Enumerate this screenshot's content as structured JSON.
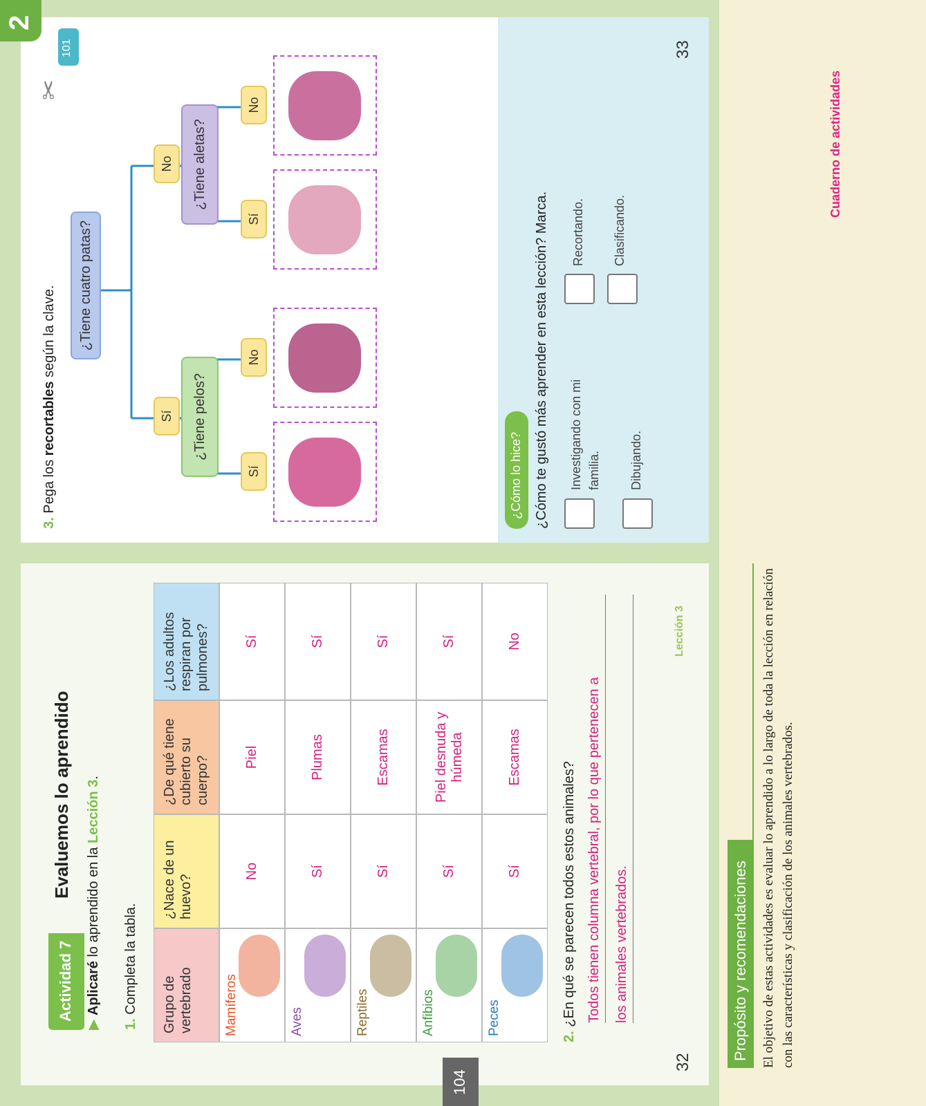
{
  "unit_badge": "2",
  "page_numbers": {
    "left": "32",
    "right": "33",
    "book": "104"
  },
  "left": {
    "activity_badge": "Actividad 7",
    "title": "Evaluemos lo aprendido",
    "subtitle_bold": "Aplicaré",
    "subtitle_text": "lo aprendido en la",
    "subtitle_link": "Lección 3",
    "subtitle_end": ".",
    "q1_number": "1.",
    "q1_text": "Completa la tabla.",
    "table": {
      "headers": [
        "Grupo de vertebrado",
        "¿Nace de un huevo?",
        "¿De qué tiene cubierto su cuerpo?",
        "¿Los adultos respiran por pulmones?"
      ],
      "rows": [
        {
          "group": "Mamíferos",
          "color": "#e3562b",
          "egg": "No",
          "cover": "Piel",
          "lungs": "Sí"
        },
        {
          "group": "Aves",
          "color": "#8a4aa8",
          "egg": "Sí",
          "cover": "Plumas",
          "lungs": "Sí"
        },
        {
          "group": "Reptiles",
          "color": "#8a6d2e",
          "egg": "Sí",
          "cover": "Escamas",
          "lungs": "Sí"
        },
        {
          "group": "Anfibios",
          "color": "#3e9d3a",
          "egg": "Sí",
          "cover": "Piel desnuda y húmeda",
          "lungs": "Sí"
        },
        {
          "group": "Peces",
          "color": "#2b7ac0",
          "egg": "Sí",
          "cover": "Escamas",
          "lungs": "No"
        }
      ]
    },
    "q2_number": "2.",
    "q2_text": "¿En qué se parecen todos estos animales?",
    "q2_answer_line1": "Todos tienen columna vertebral, por lo que pertenecen a",
    "q2_answer_line2": "los animales vertebrados.",
    "footer_lesson": "Lección 3"
  },
  "right": {
    "q3_number": "3.",
    "q3_text_pre": "Pega los",
    "q3_text_bold": "recortables",
    "q3_text_post": "según la clave.",
    "cut_badge": "101",
    "root_question": "¿Tiene cuatro patas?",
    "branch_yes": "Sí",
    "branch_no": "No",
    "q_hair": "¿Tiene pelos?",
    "q_fins": "¿Tiene aletas?",
    "leaf_labels": [
      "Sí",
      "No",
      "Sí",
      "No"
    ],
    "how_badge": "¿Cómo lo hice?",
    "how_question": "¿Cómo te gustó más aprender en esta lección? Marca.",
    "options": [
      "Investigando con mi familia.",
      "Dibujando.",
      "Recortando.",
      "Clasificando."
    ]
  },
  "bottom": {
    "section_title": "Propósito y recomendaciones",
    "body": "El objetivo de estas actividades es evaluar lo aprendido a lo largo de toda la lección en relación con las características y clasificación de los animales vertebrados.",
    "side_label": "Cuaderno de actividades"
  },
  "colors": {
    "accent_green": "#7cbf4a",
    "pink_answer": "#d5217e",
    "header_pink": "#f6c8c8",
    "header_yellow": "#fcef9e",
    "header_orange": "#f8c7a2",
    "header_blue": "#bfe0f3"
  }
}
